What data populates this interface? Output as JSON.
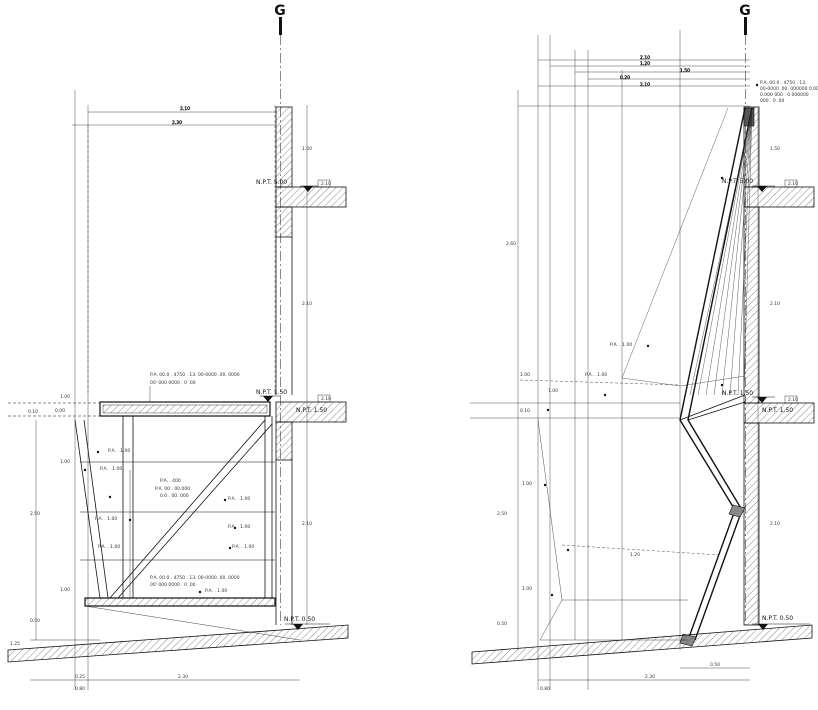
{
  "drawing": {
    "grid_marker": "G",
    "left_view": {
      "level_top": "N.P.T. 5.00",
      "level_mid": "N.P.T. 1.50",
      "level_floor": "N.P.T. 1.50",
      "level_bottom": "N.P.T. 0.50"
    },
    "right_view": {
      "level_top": "N.P.T. 5.00",
      "level_mid": "N.P.T. 1.50",
      "level_floor": "N.P.T. 1.50",
      "level_bottom": "N.P.T. 0.50"
    }
  },
  "colors": {
    "line": "#111111",
    "hatch": "#555555",
    "ground": "#333333"
  }
}
